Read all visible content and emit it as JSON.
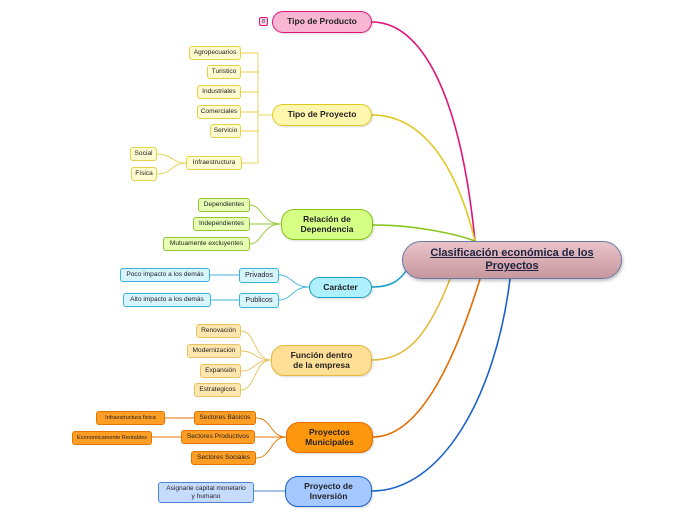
{
  "central": "Clasificación económica  de los Proyectos",
  "badge": "8",
  "colors": {
    "pink": "#e0157a",
    "yellow": "#e1c821",
    "lime": "#87c51c",
    "cyan": "#1c9fc9",
    "gold": "#e6b93a",
    "orange": "#e46b00",
    "blue": "#1c61c7"
  },
  "branches": {
    "tipo_producto": {
      "label": "Tipo de Producto"
    },
    "tipo_proyecto": {
      "label": "Tipo de Proyecto",
      "items": [
        "Agropecuarios",
        "Turistico",
        "Industriales",
        "Comerciales",
        "Servicio",
        "Infraestructura"
      ],
      "infraestructura_items": [
        "Social",
        "Física"
      ]
    },
    "dependencia": {
      "label": "Relación de\nDependencia",
      "items": [
        "Dependientes",
        "Independientes",
        "Mutuamente excluyentes"
      ]
    },
    "caracter": {
      "label": "Carácter",
      "items": [
        "Privados",
        "Publicos"
      ],
      "details": [
        "Poco impacto a los demás",
        "Alto impacto a los demás"
      ]
    },
    "funcion": {
      "label": "Función dentro\nde la empresa",
      "items": [
        "Renovación",
        "Modernización",
        "Expansión",
        "Estrategicos"
      ]
    },
    "municipales": {
      "label": "Proyectos\nMunicipales",
      "items": [
        "Sectores Básicos",
        "Sectores Productivos",
        "Sectores Sociales"
      ],
      "details": [
        "Infraestructura física",
        "Economicamente Rentables"
      ]
    },
    "inversion": {
      "label": "Proyecto de\nInversión",
      "items": [
        "Asignarie capital monetario\ny humano"
      ]
    }
  }
}
